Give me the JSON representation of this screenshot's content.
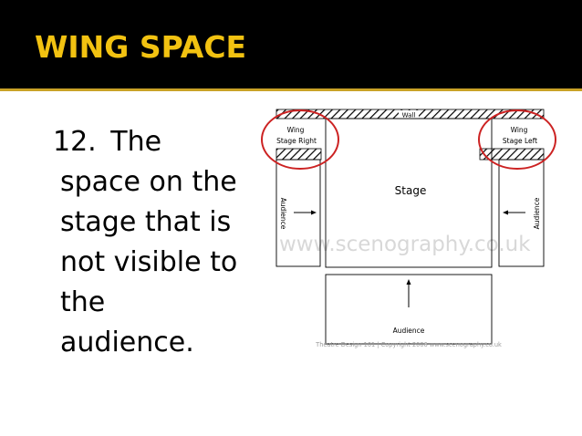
{
  "slide": {
    "title": "WING SPACE",
    "body_number": "12.",
    "body_first_word": "The",
    "body_lines": [
      "space on the",
      "stage that is",
      "not visible to",
      "the",
      "audience."
    ]
  },
  "diagram": {
    "wall_label": "Wall",
    "stage_label": "Stage",
    "wing_left_title": "Wing",
    "wing_left_sub": "Stage Right",
    "wing_right_title": "Wing",
    "wing_right_sub": "Stage Left",
    "audience_left": "Audience",
    "audience_right": "Audience",
    "audience_bottom": "Audience",
    "watermark": "www.scenography.co.uk",
    "credit": "Theatre Design 101 | Copyright 2006 www.scenography.co.uk"
  },
  "colors": {
    "title": "#f2c211",
    "highlight_circle": "#cc2222",
    "watermark": "#d8d8d8"
  }
}
